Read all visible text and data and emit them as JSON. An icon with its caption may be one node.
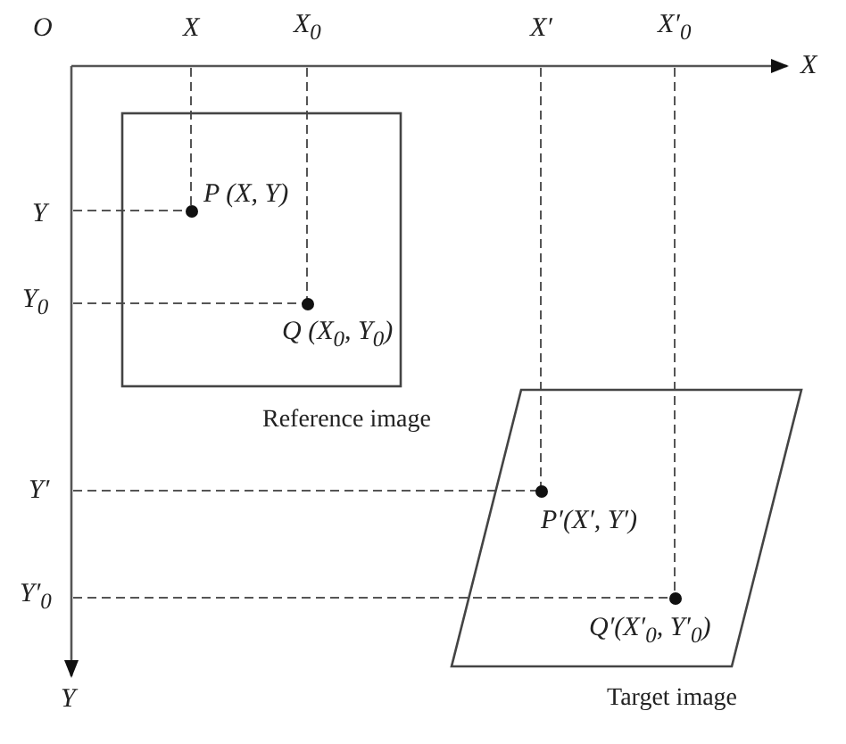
{
  "diagram": {
    "nodes": [
      {
        "text": [
          "Reference image"
        ]
      },
      {
        "text": [
          "Target image"
        ]
      },
      {
        "text": [
          "P (X, Y)"
        ],
        "in": 0
      },
      {
        "text": [
          "Q (X$_{0}$, Y$_{0}$)"
        ],
        "in": 0
      },
      {
        "text": [
          "P′(X′, Y′)"
        ],
        "in": 1
      },
      {
        "text": [
          "Q′(X′$_{0}$, Y′$_{0}$)"
        ],
        "in": 1
      }
    ],
    "edges": [],
    "labels": [
      "O",
      "X",
      "X$_{0}$",
      "X′",
      "X′$_{0}$",
      "X",
      "Y",
      "Y$_{0}$",
      "Y′",
      "Y′$_{0}$",
      "Y"
    ]
  }
}
